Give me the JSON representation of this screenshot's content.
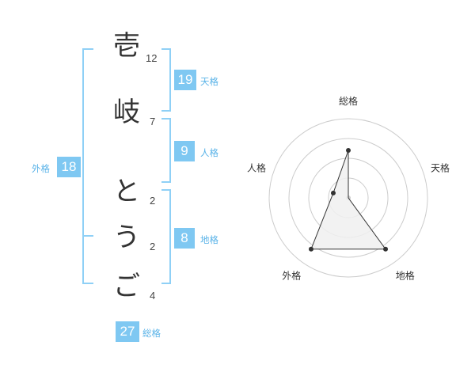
{
  "name_chars": [
    {
      "char": "壱",
      "strokes": "12"
    },
    {
      "char": "岐",
      "strokes": "7"
    },
    {
      "char": "と",
      "strokes": "2"
    },
    {
      "char": "う",
      "strokes": "2"
    },
    {
      "char": "ご",
      "strokes": "4"
    }
  ],
  "fortunes": {
    "tenkaku": {
      "value": "19",
      "label": "天格"
    },
    "jinkaku": {
      "value": "9",
      "label": "人格"
    },
    "chikaku": {
      "value": "8",
      "label": "地格"
    },
    "gaikaku": {
      "value": "18",
      "label": "外格"
    },
    "soukaku": {
      "value": "27",
      "label": "総格"
    }
  },
  "chart_data": {
    "type": "radar",
    "axes": [
      "総格",
      "天格",
      "地格",
      "外格",
      "人格"
    ],
    "values": [
      3,
      0,
      4,
      4,
      1
    ],
    "max": 5,
    "rings": 4,
    "color_line": "#333333",
    "color_fill": "#f0f0f0",
    "color_grid": "#cccccc"
  }
}
